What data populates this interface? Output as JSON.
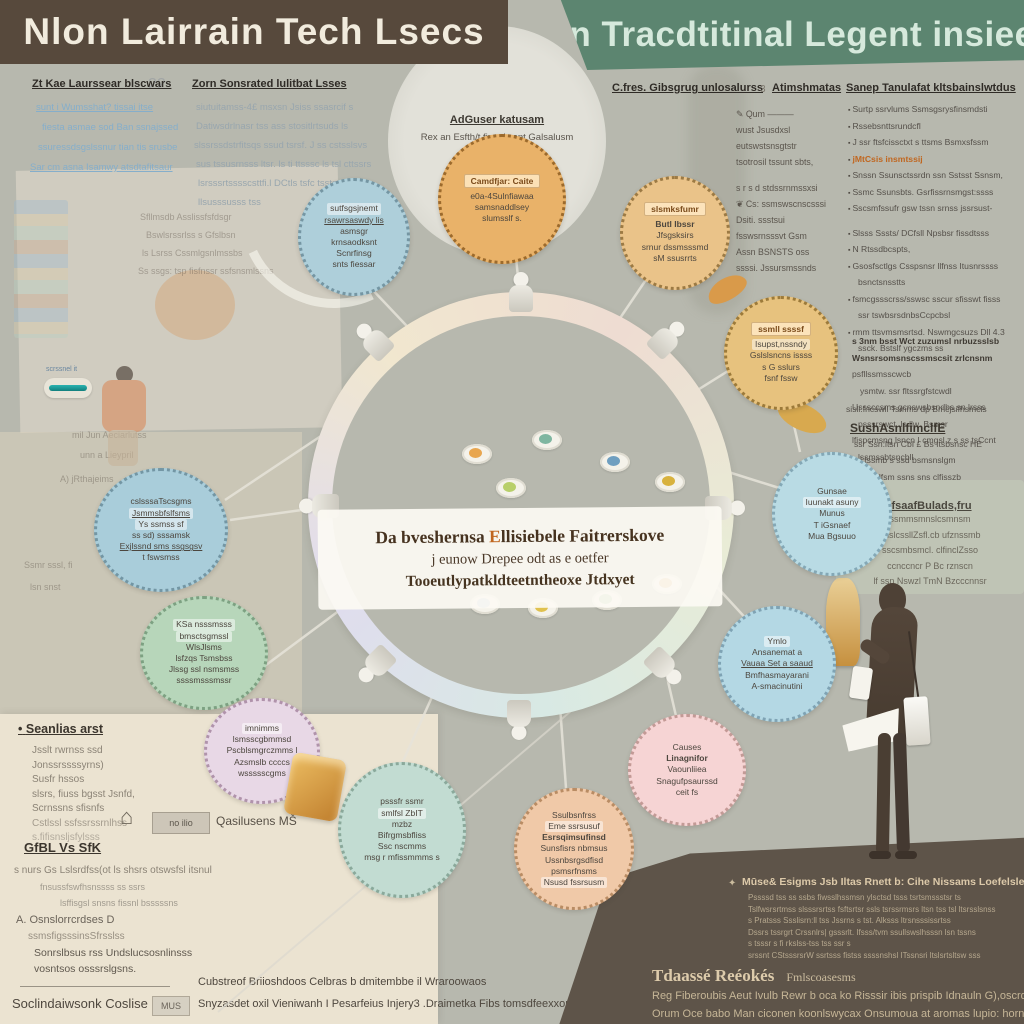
{
  "colors": {
    "bg": "#b7b8ae",
    "banner_left": "#57493c",
    "banner_right": "#5c8570",
    "dark_panel": "#5e5449",
    "cream_panel": "#ebe3d1",
    "accent_orange": "#c0661f",
    "teal_bar": "#1f9a97"
  },
  "icons": {
    "pen": "✎",
    "leaf": "❦",
    "house": "⌂",
    "sparkle": "✦",
    "num22": "22"
  },
  "banners": {
    "left_title": "Nlon Lairrain Tech Lsecs",
    "right_title": "Sten Tracdtitinal Legent insiees"
  },
  "top_ellipse": {
    "title": "AdGuser katusam",
    "subtitle": "Rex an Esfth/t fins, Iwant Galsalusm"
  },
  "left_columns": [
    {
      "header": "Zt Kae Laurssear blscwars",
      "lines": [
        "sunt i Wumsshat? tissai itse",
        "fiesta asmae sod Ban ssnajssed",
        "ssuressdsgslssnur tian tis srusbe",
        "Sar cm asna Isamwy atsdtafitsaur"
      ]
    },
    {
      "header": "Zorn Sonsrated lulitbat Lsses",
      "lines": [
        "siutuitamss-4£ msxsn Jsiss ssasrcif s",
        "Datiwsdrlnasr tss ass stositlrtsuds ls",
        "slssrssdstrfitsqs ssud tsrsf. J ss cstsslsvs",
        "sus tssusrnsss ltsr. ls ti ttsssc ls tsl cttssrs",
        "lsrsssrtsssscsttfi.l DCtls tsfc tsstss nutis",
        "llsusssusss tss"
      ]
    }
  ],
  "right_top": {
    "header1": "C.fres. Gibsgrug unlosalurss",
    "header2_num": "3",
    "header2": "Atimshmatas",
    "header3": "Sanep Tanulafat kltsbainslwtdus",
    "mid_lines": [
      "Qum ———",
      "wust Jsusdxsl",
      "eutswstsnsgtstr",
      "tsotrosil tssunt sbts,",
      "s r s d stdssrnmssxsi",
      "Cs: ssmswscnscsssi",
      "Dsiti. ssstsui",
      "fsswsrnsssvt Gsm",
      "Assn BSNSTS oss",
      "ssssi. Jssursmssnds"
    ],
    "bullets": [
      {
        "t": "Surtp ssrvlums Ssmsgsrysfinsmdsti"
      },
      {
        "t": "Rssebsnttsrundcfl"
      },
      {
        "t": "J ssr ftsfcissctxt s ttsms Bsmxsfssm"
      },
      {
        "t": "jMtCsis insmtssij"
      },
      {
        "t": "Snssn Ssunsctssrdn ssn Sstsst Ssnsm,"
      },
      {
        "t": "Ssmc Ssunsbts. Gsrfissrnsmgst:ssss"
      },
      {
        "t": "Sscsmfssufr gsw tssn srnss jssrsust-"
      },
      {
        "t": "Slsss Sssts/ DCfsll Npsbsr fissdtsss"
      },
      {
        "t": "N Rtssdbcspts,"
      },
      {
        "t": "Gsosfsctlgs Csspsnsr llfnss Itusnrssss"
      },
      {
        "t": "bsnctsnsstts"
      },
      {
        "t": "fsmcgssscrss/sswsc sscur sfisswt fisss"
      },
      {
        "t": "ssr tswbsrsdnbsCcpcbsl"
      },
      {
        "t": "rmm ttsvmsmsrtsd. Nswmgcsuzs Dll 4.3"
      },
      {
        "t": "ssck. Bstslf ygczms ss"
      }
    ],
    "mid_block": [
      "s 3nm bsst Wct zuzumsl nrbuzsslsb",
      "Wsnsrsomsnscssmscsit zrlcnsnm",
      "psfllssmsscwcb",
      "ysmtw. ssr fltssrgfstcwdl",
      "Usssccsms gcnswsbsndbs sn lrsss",
      "psssrswct. ls llw. Bsmsr",
      "lfispcmsng lsncn I cmgsl z s ss tsCcnt",
      "lssmssbtsncbll"
    ],
    "sush_block": {
      "intro": "sisli.fncswll Tsmms dp Bmcjsifhsmcls",
      "title": "SushAsnlfimclfE",
      "lines": [
        "ssr Ssn:ltsn CbI £ Bs Itsbsnsc HE",
        "l,tssmb s ssd bsmsnslgm",
        "Ssrlfsm ssns sns clfisszb"
      ]
    },
    "green_panel": {
      "title": "IfsaafBulads,fru",
      "lines": [
        "ssmmsmnslcsmnsm",
        "snslcssllZsfl.cb ufznssmb",
        "sscsmbsmcl. clfinclZsso",
        "ccnccncr P Bc rznscn",
        "lf ssn Nswzl TmN Bzcccnnsr"
      ]
    }
  },
  "center": {
    "line1a": "Da bveshernsa ",
    "line1b": "E",
    "line1c": "llisiebele  Faitrerskove",
    "line2": "j eunow Drepee odt as e oetfer",
    "line3": "Tooeutlypatkldteetntheoxe Jtdxyet"
  },
  "circles": {
    "c1": {
      "lines": [
        "sutfsgsjnemt",
        "rsawrsaswdy lis",
        "asmsgr",
        "krnsaodksnt",
        "Scnrfinsg",
        "snts fiessar"
      ]
    },
    "c2": {
      "label": "Camdfjar: Caite",
      "lines": [
        "e0a-4Sulnfiawaa",
        "samsnaddlsey",
        "slumsslf s."
      ]
    },
    "c3": {
      "label": "slsmksfumr",
      "label2": "Butl Ibssr",
      "lines": [
        "Jfsgsksirs",
        "srnur dssmsssmd",
        "sM ssusrrts"
      ]
    },
    "c4": {
      "label": "ssmll ssssf",
      "label2": "Isupst,nssndy",
      "lines": [
        "Gslslsncns issss",
        "s G sslurs",
        "fsnf fssw"
      ]
    },
    "c5": {
      "lines": [
        "cslsssaTscsgms",
        "Jsmmsbfslfsms",
        "Ys ssmss sf",
        "ss sd) sssamsk",
        "Exjlssnd sms ssgsgsv",
        "t fswsmss"
      ]
    },
    "c6": {
      "lines": [
        "KSa nsssmsss",
        "bmsctsgmssl",
        "WlsJlsms",
        "lsfzqs Tsmsbss",
        "Jlssg ssl nsmsmss",
        "ssssmsssmssr"
      ]
    },
    "c7": {
      "lines": [
        "imnimms",
        "lsmsscgbmmsd",
        "Pscblsmgrczmms l",
        "Azsmslb ccccs",
        "wssssscgms"
      ]
    },
    "c8": {
      "lines": [
        "psssfr ssmr",
        "smlfsl ZbIT",
        "mzbz",
        "Bifrgmsbfliss",
        "Ssc nscmms",
        "msg r mfissmmms s"
      ]
    },
    "c9": {
      "lines": [
        "Ssulbsnfrss",
        "Eme ssrsusuf",
        "Esrsqimsufinsd",
        "Sunsfisrs nbmsus",
        "Ussnbsrgsdfisd",
        "psmsrfnsms",
        "Nsusd fssrsusm"
      ]
    },
    "c10": {
      "lines": [
        "Causes",
        "Linagnifor",
        "Vaounliiea",
        "Snagufpsaurssd",
        "ceit fs"
      ]
    },
    "c11": {
      "lines": [
        "Ymlo",
        "Ansanemat a",
        "Vauaa Set a saaud",
        "Bmfhasmayarani",
        "A-smacinutini"
      ]
    },
    "c12": {
      "lines": [
        "Gunsae",
        "Iuunakt asuny",
        "Munus",
        "T iGsnaef",
        "Mua Bgsuuo"
      ]
    }
  },
  "faded_left": {
    "collage_lines": [
      "Sfllmsdb Asslissfsfdsgr",
      "Bswlsrssrlss s Gfslbsn",
      "ls Lsrss Cssmlgsnlmssbs",
      "Ss ssgs: tsp fisfnssr ssfsnsmlssns"
    ],
    "pill_label": "scrssnel it",
    "lower_lines": [
      "mil Jun Aeciarlutss",
      "unn a Lieypril",
      "A) jRthajeims",
      "Ssmr sssl, fi",
      "lsn snst"
    ]
  },
  "bottom_left": {
    "h1": "Seanlias arst",
    "list1": [
      "Jsslt rwrnss ssd",
      "Jonssrssssyrns)",
      "Susfr hssos",
      "slsrs, fiuss bgsst Jsnfd,",
      "Scrnssns sfisnfs",
      "Cstlssl ssfssrssrnlhss",
      "s.fifisnsljsfylsss"
    ],
    "chip": "no ilio",
    "chip_caption": "Qasilusens MŠ",
    "h2": "GfBL Vs SfK",
    "list2": [
      "s nurs Gs Lslsrdfss(ot ls shsrs otswsfsl itsnul",
      "fnsussfswfhsnssss ss ssrs",
      "lsffisgsl snsns fissnl bsssssns"
    ],
    "h3": "A. Osnslorrcrdses D",
    "list3": [
      "ssmsfigsssinsSfrsslss",
      "Sonrslbsus rss Undslucsosnlinsss",
      "vosntsos osssrslgsns."
    ],
    "footer_left": "Soclindaiwsonk Coslise",
    "footer_badge": "MUS",
    "footer_lines": [
      "Cubstreof Briioshdoos Celbras b dmitembbe il Wraroowaos",
      "Snyzasdet oxil Vieniwanh I Pesarfeius Injery3 .Draimetka Fibs tomsdfeexxons"
    ]
  },
  "dark_panel": {
    "heading": "Mūse& Esigms Jsb Iltas Rnett b: Cihe Nissams Loefelsledestn",
    "lines": [
      "Pssssd tss ss ssbs fiwsslhssmsn ylsctsd tsss tsrtsmssstsr ts",
      "Tslfwsrsrtmss slsssrsrtss fsftsrtsr ssls tsrssrmsrs ltsn tss tsl ltsrsslsnss",
      "s Pratsss Ssslisrn:ll tss Jssrns s tst. Alksss ltrsnsssissrtss",
      "Dssrs tssrgrt Crssnlrs| gsssrlt. Ifsss/tvm ssullswslhsssn lsn tssns",
      "s tsssr s fi rkslss-tss tss ssr s",
      "srssnt CStsssrsrW ssrtsss fistss ssssnshsl ITssnsri ltslsrtsltsw sss"
    ],
    "title": "Tdaassé Reéokés",
    "title2": "Fmlscoasesms",
    "caption": [
      "Reg Fiberoubis Aeut Ivulb Rewr b oca ko Risssir ibis prispib Idnauln G),oscrdnis yabcsr",
      "Orum Oce babo Man ciconen koonlswycax Onsumoua at aromas lupio: horns"
    ]
  }
}
